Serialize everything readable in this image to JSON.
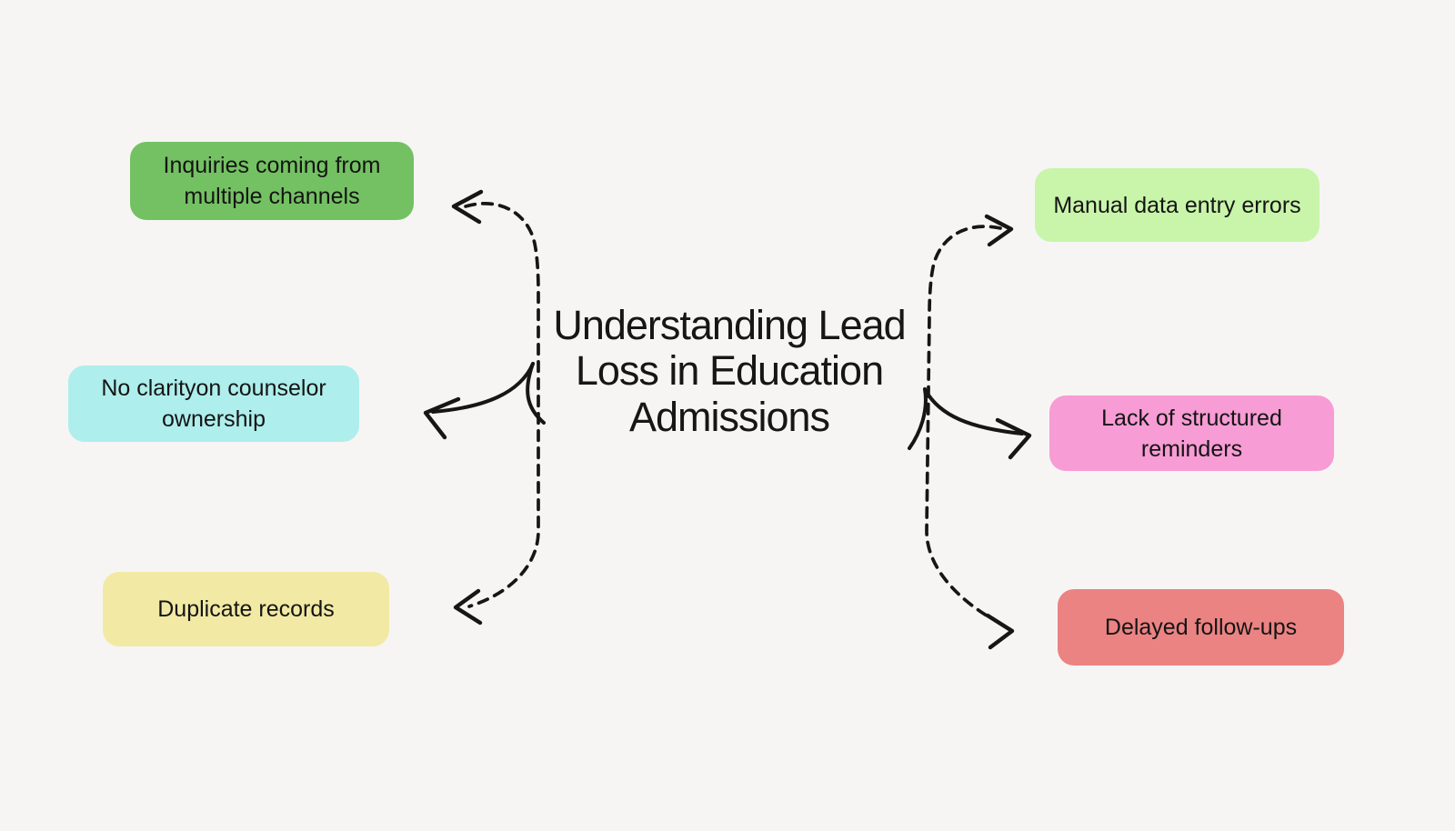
{
  "title": "Understanding Lead\nLoss in Education\nAdmissions",
  "colors": {
    "background": "#f6f5f3",
    "ink": "#161616",
    "node_inquiries": "#74c163",
    "node_no_clarity": "#aeeeec",
    "node_duplicate": "#f2e9a4",
    "node_manual": "#c8f5aa",
    "node_reminders": "#f79cd4",
    "node_delayed": "#eb8383"
  },
  "nodes": [
    {
      "id": "inquiries",
      "label": "Inquiries coming from multiple channels",
      "color": "#74c163"
    },
    {
      "id": "no-clarity",
      "label": "No clarityon counselor ownership",
      "color": "#aeeeec"
    },
    {
      "id": "duplicate",
      "label": "Duplicate records",
      "color": "#f2e9a4"
    },
    {
      "id": "manual",
      "label": "Manual data entry errors",
      "color": "#c8f5aa"
    },
    {
      "id": "reminders",
      "label": "Lack of structured reminders",
      "color": "#f79cd4"
    },
    {
      "id": "delayed",
      "label": "Delayed follow-ups",
      "color": "#eb8383"
    }
  ]
}
